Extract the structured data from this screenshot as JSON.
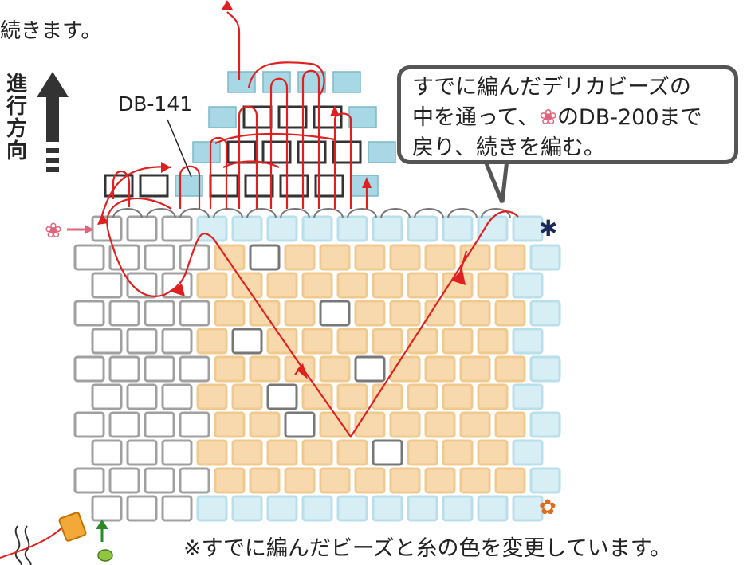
{
  "intro_text": "続きます。",
  "direction_label": [
    "進",
    "行",
    "方",
    "向"
  ],
  "bead_label": "DB-141",
  "callout": {
    "line1": "すでに編んだデリカビーズの",
    "line2_a": "中を通って、",
    "line2_mark": "❀",
    "line2_b": "のDB-200まで",
    "line3": "戻り、続きを編む。"
  },
  "footnote": "※すでに編んだビーズと糸の色を変更しています。",
  "markers": {
    "pink_flower": "❀",
    "navy_asterisk": "✱",
    "orange_flower": "✿"
  },
  "colors": {
    "bead_gray": "#a0a0a0",
    "bead_orange": "#f7d9ad",
    "bead_blue": "#d7eef5",
    "bead_blue_new": "#a8d8e6",
    "bead_dark": "#333333",
    "thread": "#e02020",
    "callout_border": "#555555"
  }
}
